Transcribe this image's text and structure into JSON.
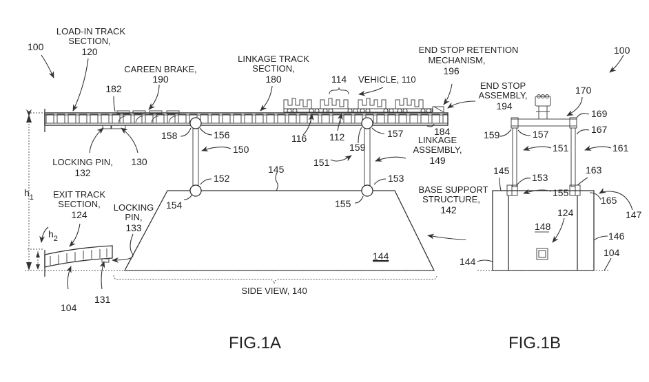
{
  "figures": {
    "fig1a": {
      "caption": "FIG.1A",
      "ref_100": "100",
      "load_in": {
        "line1": "LOAD-IN TRACK",
        "line2": "SECTION,",
        "line3": "120"
      },
      "careen_brake": {
        "line1": "CAREEN BRAKE,",
        "line2": "190"
      },
      "linkage_track": {
        "line1": "LINKAGE TRACK",
        "line2": "SECTION,",
        "line3": "180"
      },
      "vehicle_group": "114",
      "vehicle": "VEHICLE, 110",
      "end_stop_retention": {
        "line1": "END STOP RETENTION",
        "line2": "MECHANISM,",
        "line3": "196"
      },
      "end_stop_assembly": {
        "line1": "END STOP",
        "line2": "ASSEMBLY,",
        "line3": "194"
      },
      "ref_182": "182",
      "ref_184": "184",
      "ref_116": "116",
      "ref_112": "112",
      "ref_158": "158",
      "ref_156": "156",
      "ref_159": "159",
      "ref_157": "157",
      "ref_150": "150",
      "ref_151": "151",
      "ref_152": "152",
      "ref_153": "153",
      "ref_154": "154",
      "ref_155": "155",
      "ref_145": "145",
      "ref_144": "144",
      "ref_130": "130",
      "ref_131": "131",
      "ref_104": "104",
      "linkage_assembly": {
        "line1": "LINKAGE",
        "line2": "ASSEMBLY,",
        "line3": "149"
      },
      "locking_pin_132": {
        "line1": "LOCKING PIN,",
        "line2": "132"
      },
      "locking_pin_133": {
        "line1": "LOCKING",
        "line2": "PIN,",
        "line3": "133"
      },
      "exit_track": {
        "line1": "EXIT TRACK",
        "line2": "SECTION,",
        "line3": "124"
      },
      "base_support": {
        "line1": "BASE SUPPORT",
        "line2": "STRUCTURE,",
        "line3": "142"
      },
      "side_view": "SIDE VIEW, 140",
      "h1": "h",
      "h1_sub": "1",
      "h2": "h",
      "h2_sub": "2"
    },
    "fig1b": {
      "caption": "FIG.1B",
      "ref_100": "100",
      "ref_170": "170",
      "ref_169": "169",
      "ref_167": "167",
      "ref_159": "159",
      "ref_157": "157",
      "ref_151": "151",
      "ref_161": "161",
      "ref_145": "145",
      "ref_153": "153",
      "ref_163": "163",
      "ref_155": "155",
      "ref_165": "165",
      "ref_147": "147",
      "ref_124": "124",
      "ref_148": "148",
      "ref_146": "146",
      "ref_144": "144",
      "ref_104": "104"
    }
  }
}
